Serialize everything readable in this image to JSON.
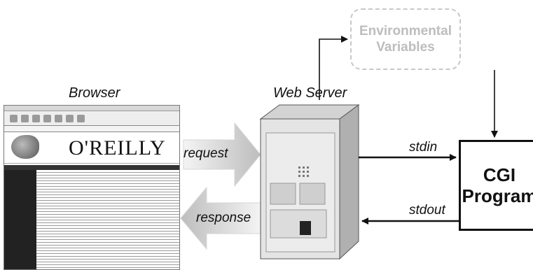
{
  "labels": {
    "browser": "Browser",
    "web_server": "Web Server",
    "request": "request",
    "response": "response",
    "stdin": "stdin",
    "stdout": "stdout"
  },
  "env_box": {
    "line1": "Environmental",
    "line2": "Variables"
  },
  "cgi_box": {
    "line1": "CGI",
    "line2": "Program"
  },
  "browser_screenshot": {
    "logo_text": "O'REILLY"
  },
  "colors": {
    "arrow_fill": "#cfcfcf",
    "server_body": "#e2e2e2",
    "server_side": "#b9b9b9",
    "env_border": "#c8c8c8",
    "line": "#111111"
  }
}
